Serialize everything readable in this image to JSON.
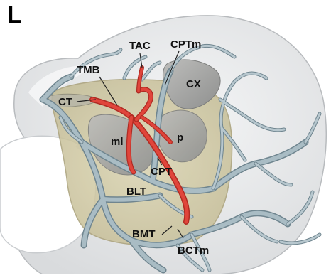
{
  "panel": {
    "letter": "L"
  },
  "labels": {
    "tac": "TAC",
    "cptm": "CPTm",
    "tmb": "TMB",
    "cx": "CX",
    "ct": "CT",
    "ml": "ml",
    "p": "p",
    "cpt": "CPT",
    "blt": "BLT",
    "bmt": "BMT",
    "bctm": "BCTm"
  },
  "colors": {
    "background": "#ffffff",
    "shell": "#e9eaeb",
    "shell_edge": "#b8bbbe",
    "inner_region": "#cfc8a4",
    "inner_region_edge": "#a89f77",
    "gray_structure": "#a8a9a8",
    "vessel_blue_gray": "#a9bcc4",
    "vessel_blue_gray_dark": "#6f858f",
    "vessel_red": "#e0453b"
  }
}
